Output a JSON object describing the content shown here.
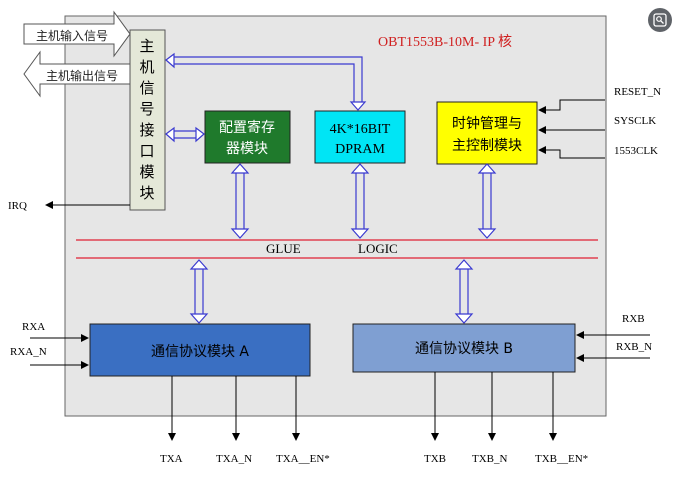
{
  "title": "OBT1553B-10M- IP 核",
  "host_input": "主机输入信号",
  "host_output": "主机输出信号",
  "host_interface": [
    "主",
    "机",
    "信",
    "号",
    "接",
    "口",
    "模",
    "块"
  ],
  "config_reg": [
    "配置寄存",
    "器模块"
  ],
  "dpram": [
    "4K*16BIT",
    "DPRAM"
  ],
  "clock_ctrl": [
    "时钟管理与",
    "主控制模块"
  ],
  "glue_logic": [
    "GLUE",
    "LOGIC"
  ],
  "comm_a": "通信协议模块 A",
  "comm_b": "通信协议模块 B",
  "inputs_right": [
    "RESET_N",
    "SYSCLK",
    "1553CLK"
  ],
  "irq": "IRQ",
  "inputs_a": [
    "RXA",
    "RXA_N"
  ],
  "inputs_b": [
    "RXB",
    "RXB_N"
  ],
  "outputs_a": [
    "TXA",
    "TXA_N",
    "TXA__EN*"
  ],
  "outputs_b": [
    "TXB",
    "TXB_N",
    "TXB__EN*"
  ],
  "lens_icon": "image-search-icon",
  "colors": {
    "core_bg": "#e6e6e6",
    "config_fill": "#1f7a2c",
    "dpram_fill": "#00e5f5",
    "clock_fill": "#ffff00",
    "comm_a_fill": "#3a6fc2",
    "comm_b_fill": "#7f9fd2",
    "title_red": "#d02020",
    "bus_blue": "#3a3ad0",
    "glue_red": "#e04050"
  }
}
